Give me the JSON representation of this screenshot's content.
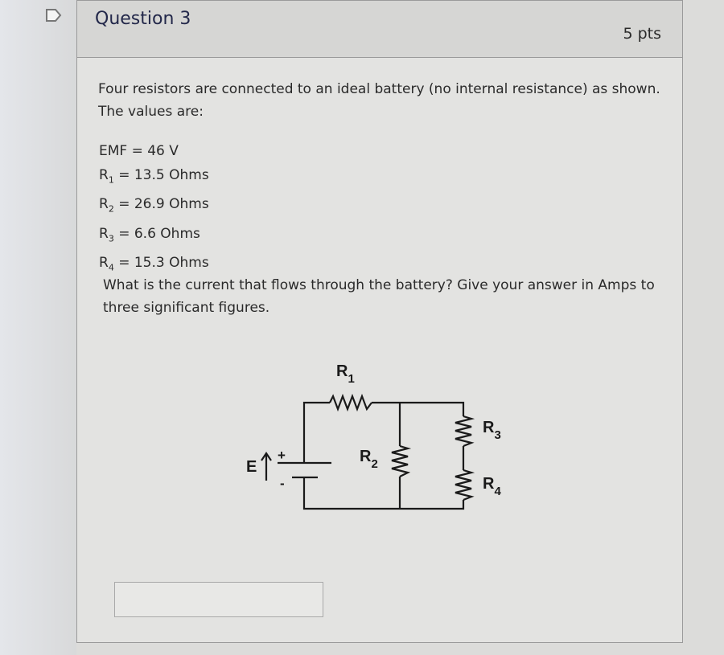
{
  "question": {
    "title": "Question 3",
    "points": "5 pts",
    "intro": "Four resistors are connected to an ideal battery (no internal resistance) as shown. The values are:",
    "values": [
      {
        "label": "EMF",
        "sub": "",
        "value": " = 46 V"
      },
      {
        "label": "R",
        "sub": "1",
        "value": " = 13.5 Ohms"
      },
      {
        "label": "R",
        "sub": "2",
        "value": " = 26.9 Ohms"
      },
      {
        "label": "R",
        "sub": "3",
        "value": " = 6.6 Ohms"
      },
      {
        "label": "R",
        "sub": "4",
        "value": " = 15.3 Ohms"
      }
    ],
    "prompt": "What is the current that flows through the battery? Give your answer in Amps to three significant figures."
  },
  "circuit": {
    "labels": {
      "r1": "R",
      "r1_sub": "1",
      "r2": "R",
      "r2_sub": "2",
      "r3": "R",
      "r3_sub": "3",
      "r4": "R",
      "r4_sub": "4",
      "emf": "E",
      "plus": "+",
      "minus": "-"
    }
  },
  "answer": {
    "value": ""
  }
}
